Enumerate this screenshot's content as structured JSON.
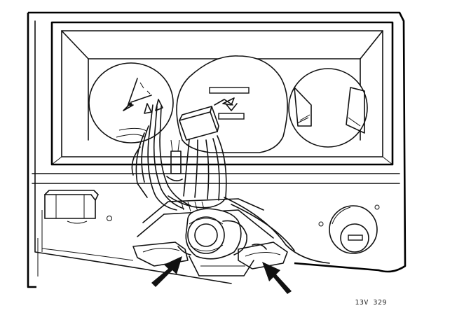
{
  "figure": {
    "reference_code": "13V 329",
    "colors": {
      "ink": "#111111",
      "paper": "#ffffff"
    },
    "parts": [
      "instrument-cluster",
      "clock-gauge",
      "speedometer",
      "combination-gauge",
      "wiring-harness",
      "connector-plug",
      "light-switch",
      "ignition-lock",
      "steering-column",
      "arrow-left",
      "arrow-right"
    ]
  }
}
